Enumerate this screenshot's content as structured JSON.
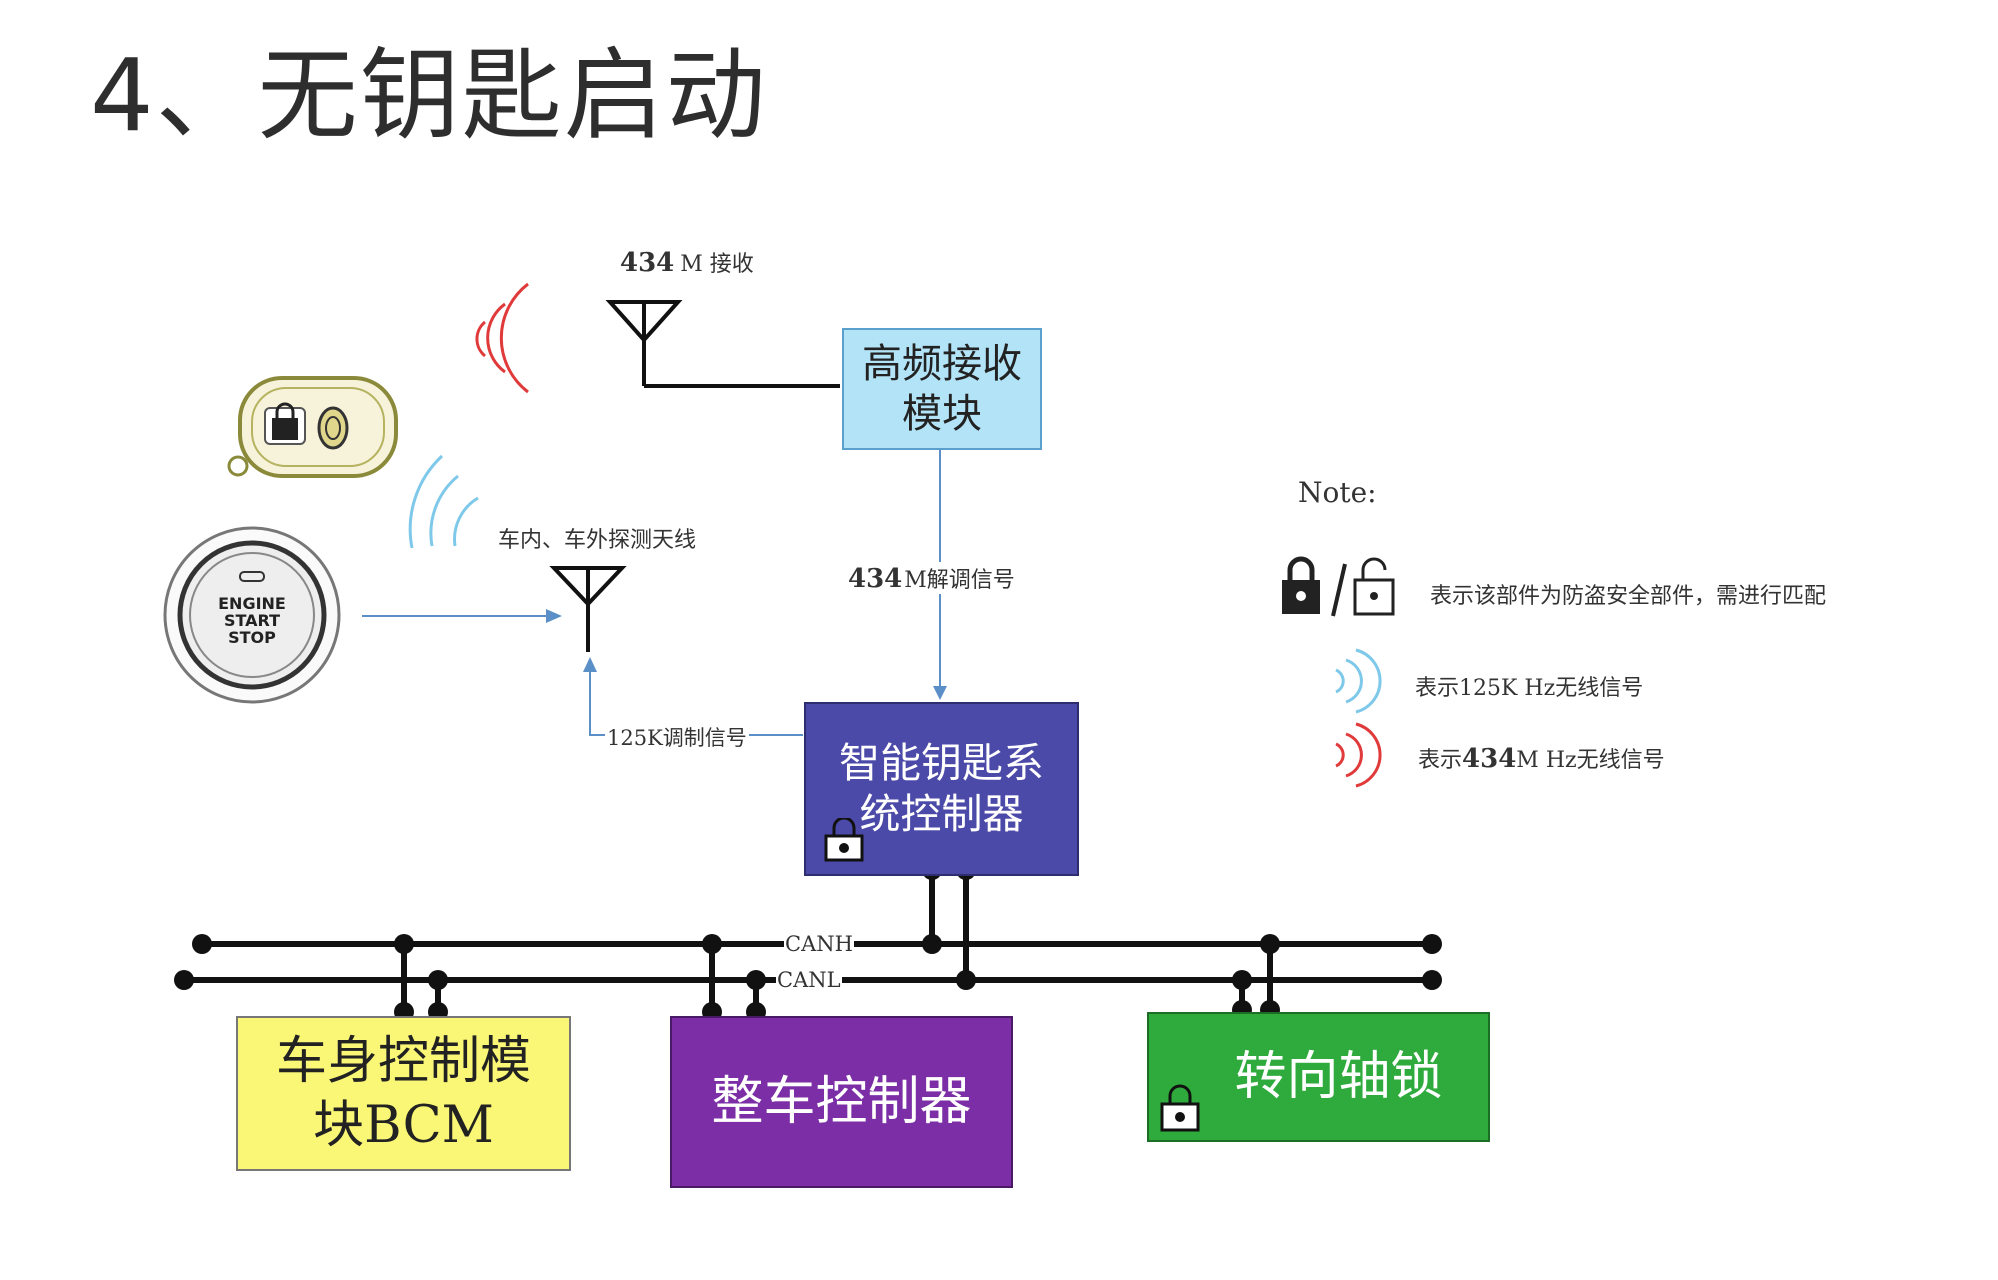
{
  "title": "4、无钥匙启动",
  "key_fob": {
    "icon": "key-fob-icon"
  },
  "start_button": {
    "line1": "ENGINE",
    "line2": "START",
    "line3": "STOP"
  },
  "antenna_434": {
    "label_num": "434",
    "label_text": "M 接收"
  },
  "antenna_in_out": {
    "label": "车内、车外探测天线"
  },
  "hf_module": {
    "line1": "高频接收",
    "line2": "模块",
    "color": "#b3e3f7"
  },
  "link_434_demod": {
    "label_num": "434",
    "label_text": "M解调信号"
  },
  "link_125k": {
    "label": "125K调制信号"
  },
  "smart_key_ecu": {
    "line1": "智能钥匙系",
    "line2": "统控制器",
    "color": "#4b4aa8"
  },
  "can_bus": {
    "canh": "CANH",
    "canl": "CANL"
  },
  "bcm": {
    "line1": "车身控制模",
    "line2": "块BCM",
    "color": "#fbf776"
  },
  "vcu": {
    "label": "整车控制器",
    "color": "#7b2ea6"
  },
  "steering_lock": {
    "label": "转向轴锁",
    "color": "#2fab3d"
  },
  "legend": {
    "note": "Note:",
    "lock_desc": "表示该部件为防盗安全部件，需进行匹配",
    "wave125_desc": "表示125K Hz无线信号",
    "wave434_prefix": "表示",
    "wave434_num": "434",
    "wave434_suffix": "M Hz无线信号",
    "color_125k": "#7ec8ea",
    "color_434m": "#e03a3a"
  }
}
